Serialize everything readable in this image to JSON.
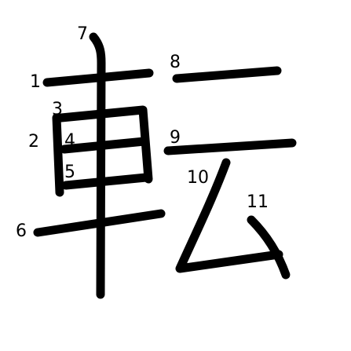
{
  "character": "転",
  "stroke_color": "#000000",
  "background_color": "#ffffff",
  "strokes": [
    {
      "order": 1,
      "label": "1"
    },
    {
      "order": 2,
      "label": "2"
    },
    {
      "order": 3,
      "label": "3"
    },
    {
      "order": 4,
      "label": "4"
    },
    {
      "order": 5,
      "label": "5"
    },
    {
      "order": 6,
      "label": "6"
    },
    {
      "order": 7,
      "label": "7"
    },
    {
      "order": 8,
      "label": "8"
    },
    {
      "order": 9,
      "label": "9"
    },
    {
      "order": 10,
      "label": "10"
    },
    {
      "order": 11,
      "label": "11"
    }
  ]
}
